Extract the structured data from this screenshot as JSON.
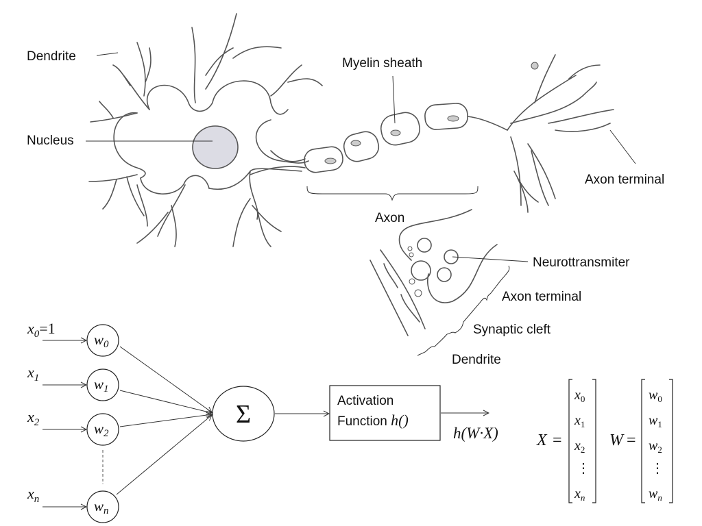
{
  "neuron": {
    "labels": {
      "dendrite": "Dendrite",
      "nucleus": "Nucleus",
      "myelin_sheath": "Myelin sheath",
      "axon": "Axon",
      "axon_terminal": "Axon terminal"
    },
    "colors": {
      "nucleus_fill": "#dcdce4",
      "sketch_stroke": "#555555"
    }
  },
  "synapse": {
    "labels": {
      "neurotransmitter": "Neurottransmiter",
      "axon_terminal": "Axon terminal",
      "synaptic_cleft": "Synaptic cleft",
      "dendrite": "Dendrite"
    }
  },
  "perceptron": {
    "inputs": [
      {
        "x": "x",
        "sub": "0",
        "suffix": "=1",
        "w": "w",
        "wsub": "0"
      },
      {
        "x": "x",
        "sub": "1",
        "suffix": "",
        "w": "w",
        "wsub": "1"
      },
      {
        "x": "x",
        "sub": "2",
        "suffix": "",
        "w": "w",
        "wsub": "2"
      },
      {
        "x": "x",
        "sub": "n",
        "suffix": "",
        "w": "w",
        "wsub": "n"
      }
    ],
    "sum_symbol": "Σ",
    "activation": {
      "line1": "Activation",
      "line2": "Function ",
      "func": "h()"
    },
    "output": "h(W·X)"
  },
  "vectors": {
    "X": {
      "name": "X",
      "equals": "=",
      "entries": [
        "x0",
        "x1",
        "x2",
        "⋮",
        "xn"
      ]
    },
    "W": {
      "name": "W",
      "equals": "=",
      "entries": [
        "w0",
        "w1",
        "w2",
        "⋮",
        "wn"
      ]
    }
  }
}
